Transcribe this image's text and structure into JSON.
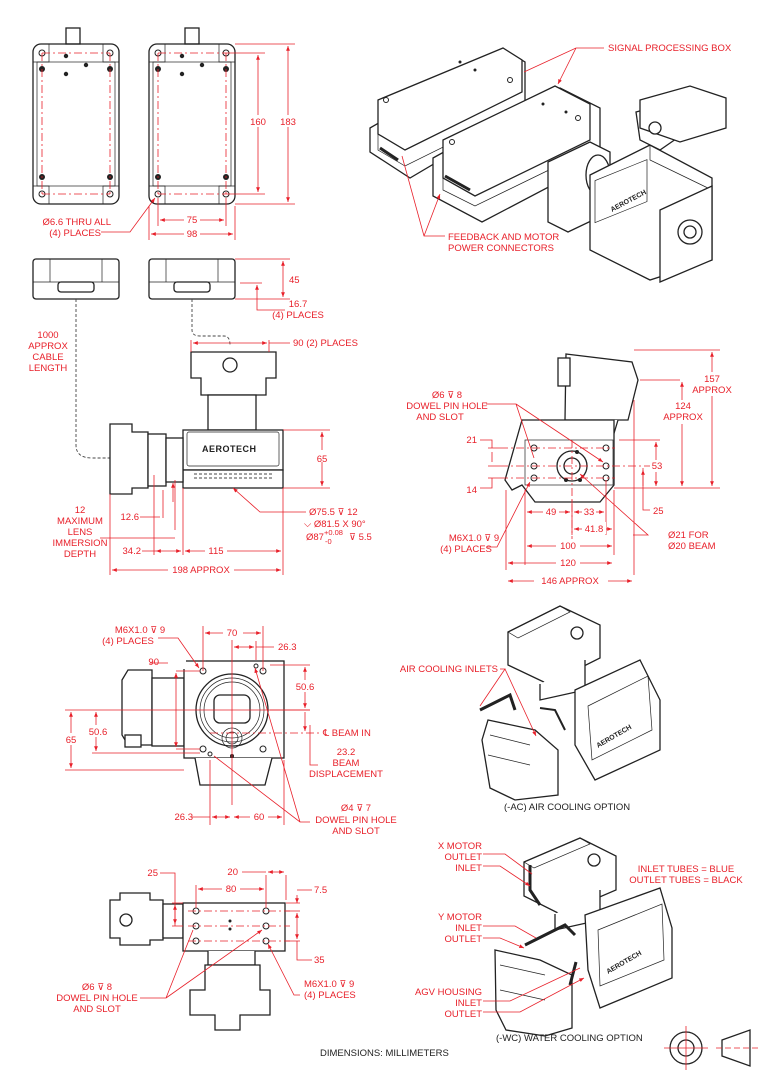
{
  "drawing": {
    "units_note": "DIMENSIONS:  MILLIMETERS",
    "accent_color": "#e8202a",
    "line_color": "#222222",
    "brand": "AEROTECH"
  },
  "top_view": {
    "dim_160": "160",
    "dim_183": "183",
    "dim_75": "75",
    "dim_98": "98",
    "hole_note_1": "Ø6.6 THRU ALL",
    "hole_note_2": "(4) PLACES"
  },
  "iso_view": {
    "signal_box": "SIGNAL PROCESSING BOX",
    "connectors_1": "FEEDBACK AND MOTOR",
    "connectors_2": "POWER CONNECTORS"
  },
  "side_view": {
    "dim_45": "45",
    "dim_16_7": "16.7",
    "places_4": "(4) PLACES",
    "cable_1": "1000",
    "cable_2": "APPROX",
    "cable_3": "CABLE",
    "cable_4": "LENGTH",
    "dim_90": "90 (2) PLACES",
    "dim_65": "65",
    "lens_1": "12",
    "lens_2": "MAXIMUM",
    "lens_3": "LENS",
    "lens_4": "IMMERSION",
    "lens_5": "DEPTH",
    "dim_12_6": "12.6",
    "dim_34_2": "34.2",
    "dim_115": "115",
    "dim_198": "198 APPROX",
    "bore_1": "Ø75.5 ⊽ 12",
    "bore_2": "⌵ Ø81.5 X 90°",
    "bore_3_base": "Ø87",
    "bore_3_tol_up": "+0.08",
    "bore_3_tol_dn": "-0",
    "bore_3_depth": "⊽ 5.5"
  },
  "front_view": {
    "dowel_1": "Ø6 ⊽ 8",
    "dowel_2": "DOWEL PIN HOLE",
    "dowel_3": "AND SLOT",
    "dim_157_1": "157",
    "dim_157_2": "APPROX",
    "dim_124_1": "124",
    "dim_124_2": "APPROX",
    "dim_21": "21",
    "dim_14": "14",
    "dim_53": "53",
    "dim_25": "25",
    "dim_49": "49",
    "dim_33": "33",
    "dim_41_8": "41.8",
    "dim_100": "100",
    "dim_120": "120",
    "dim_146": "146 APPROX",
    "tap_1": "M6X1.0 ⊽ 9",
    "tap_2": "(4) PLACES",
    "beam_1": "Ø21 FOR",
    "beam_2": "Ø20 BEAM"
  },
  "bottom_view": {
    "tap_1": "M6X1.0 ⊽ 9",
    "tap_2": "(4) PLACES",
    "dim_70": "70",
    "dim_26_3_top": "26.3",
    "dim_90": "90",
    "dim_50_6_r": "50.6",
    "dim_50_6_l": "50.6",
    "dim_65": "65",
    "beam_in": "℄ BEAM IN",
    "disp_1": "23.2",
    "disp_2": "BEAM",
    "disp_3": "DISPLACEMENT",
    "dim_26_3_bot": "26.3",
    "dim_60": "60",
    "dowel_1": "Ø4 ⊽ 7",
    "dowel_2": "DOWEL PIN HOLE",
    "dowel_3": "AND SLOT"
  },
  "rear_view": {
    "dim_25": "25",
    "dim_20": "20",
    "dim_80": "80",
    "dim_7_5": "7.5",
    "dim_35": "35",
    "dowel_1": "Ø6 ⊽ 8",
    "dowel_2": "DOWEL PIN HOLE",
    "dowel_3": "AND SLOT",
    "tap_1": "M6X1.0 ⊽ 9",
    "tap_2": "(4) PLACES"
  },
  "air_cooling": {
    "inlets": "AIR COOLING INLETS",
    "caption": "(-AC) AIR COOLING OPTION"
  },
  "water_cooling": {
    "x_motor": "X MOTOR",
    "x_outlet": "OUTLET",
    "x_inlet": "INLET",
    "y_motor": "Y MOTOR",
    "y_inlet": "INLET",
    "y_outlet": "OUTLET",
    "agv": "AGV HOUSING",
    "agv_inlet": "INLET",
    "agv_outlet": "OUTLET",
    "legend_1": "INLET TUBES = BLUE",
    "legend_2": "OUTLET TUBES = BLACK",
    "caption": "(-WC) WATER COOLING OPTION"
  }
}
